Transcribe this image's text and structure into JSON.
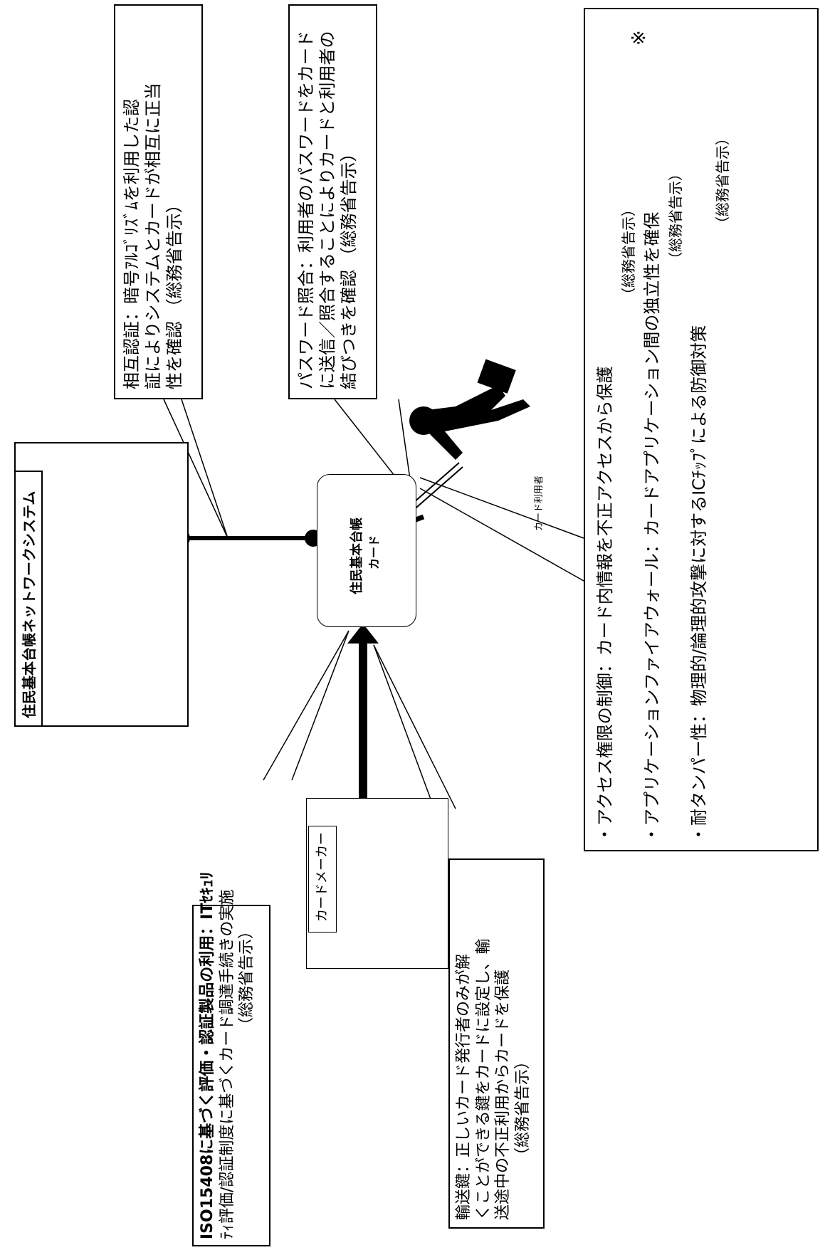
{
  "network_box": {
    "title": "住民基本台帳ネットワークシステム"
  },
  "card": {
    "label_lines": [
      "住民基本台帳",
      "カード"
    ]
  },
  "card_user": {
    "label": "カード利用者"
  },
  "card_maker": {
    "label": "カードメーカー"
  },
  "callouts": {
    "mutual_auth": {
      "lines": [
        "相互認証：暗号ｱﾙｺﾞﾘｽﾞﾑを利用した認",
        "証によりシステムとカードが相互に正当",
        "性を確認 （総務省告示）"
      ]
    },
    "password": {
      "lines": [
        "パスワード照合：利用者のパスワードをカード",
        "に送信／照合することによりカードと利用者の",
        "結びつきを確認 （総務省告示）"
      ]
    },
    "iso": {
      "lines": [
        "ISO15408に基づく評価・認証製品の利用：ITｾｷｭﾘ",
        "ﾃｨ評価/認証制度に基づくカード調達手続きの実施",
        "（総務省告示）"
      ]
    },
    "transport_key": {
      "lines": [
        "輸送鍵：正しいカード発行者のみが解",
        "くことができる鍵をカードに設定し、輸",
        "送途中の不正利用からカードを保護",
        "（総務省告示）"
      ]
    },
    "security": {
      "items": [
        {
          "text": "・アクセス権限の制御：カード内情報を不正アクセスから保護",
          "source": "（総務省告示）"
        },
        {
          "text": "・アプリケーションファイアウォール：カードアプリケーション間の独立性を確保",
          "source": "（総務省告示）"
        },
        {
          "text": "・耐タンパー性：物理的/論理的攻撃に対するICﾁｯﾌﾟによる防御対策",
          "source": "（総務省告示）"
        }
      ],
      "mark": "※"
    }
  }
}
